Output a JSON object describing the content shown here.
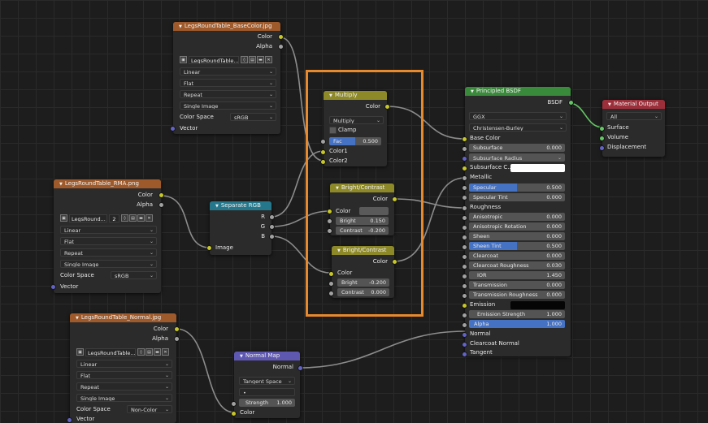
{
  "base_color_tex": {
    "title": "LegsRoundTable_BaseColor.jpg",
    "out_color": "Color",
    "out_alpha": "Alpha",
    "image_name": "LegsRoundTable...",
    "interpolation": "Linear",
    "projection": "Flat",
    "extension": "Repeat",
    "source": "Single Image",
    "color_space_label": "Color Space",
    "color_space": "sRGB",
    "in_vector": "Vector"
  },
  "rma_tex": {
    "title": "LegsRoundTable_RMA.png",
    "out_color": "Color",
    "out_alpha": "Alpha",
    "image_name": "LegsRound...",
    "user_count": "2",
    "interpolation": "Linear",
    "projection": "Flat",
    "extension": "Repeat",
    "source": "Single Image",
    "color_space_label": "Color Space",
    "color_space": "sRGB",
    "in_vector": "Vector"
  },
  "normal_tex": {
    "title": "LegsRoundTable_Normal.jpg",
    "out_color": "Color",
    "out_alpha": "Alpha",
    "image_name": "LegsRoundTable...",
    "interpolation": "Linear",
    "projection": "Flat",
    "extension": "Repeat",
    "source": "Single Image",
    "color_space_label": "Color Space",
    "color_space": "Non-Color",
    "in_vector": "Vector"
  },
  "separate_rgb": {
    "title": "Separate RGB",
    "out_r": "R",
    "out_g": "G",
    "out_b": "B",
    "in_image": "Image"
  },
  "multiply": {
    "title": "Multiply",
    "out_color": "Color",
    "mode": "Multiply",
    "clamp_label": "Clamp",
    "fac_label": "Fac",
    "fac_value": "0.500",
    "fac_fraction": 0.5,
    "in_color1": "Color1",
    "in_color2": "Color2"
  },
  "bright_contrast_1": {
    "title": "Bright/Contrast",
    "out_color": "Color",
    "in_color": "Color",
    "bright_label": "Bright",
    "bright_value": "0.150",
    "contrast_label": "Contrast",
    "contrast_value": "-0.200"
  },
  "bright_contrast_2": {
    "title": "Bright/Contrast",
    "out_color": "Color",
    "in_color": "Color",
    "bright_label": "Bright",
    "bright_value": "-0.200",
    "contrast_label": "Contrast",
    "contrast_value": "0.000"
  },
  "normal_map": {
    "title": "Normal Map",
    "out_normal": "Normal",
    "space": "Tangent Space",
    "uv_map": "",
    "strength_label": "Strength",
    "strength_value": "1.000",
    "in_color": "Color"
  },
  "bsdf": {
    "title": "Principled BSDF",
    "out_bsdf": "BSDF",
    "distribution": "GGX",
    "subsurface_method": "Christensen-Burley",
    "base_color": "Base Color",
    "subsurface_label": "Subsurface",
    "subsurface_value": "0.000",
    "subsurface_radius": "Subsurface Radius",
    "subsurface_color": "Subsurface C...",
    "metallic": "Metallic",
    "specular_label": "Specular",
    "specular_value": "0.500",
    "specular_fraction": 0.5,
    "specular_tint_label": "Specular Tint",
    "specular_tint_value": "0.000",
    "roughness": "Roughness",
    "anisotropic_label": "Anisotropic",
    "anisotropic_value": "0.000",
    "anisotropic_rotation_label": "Anisotropic Rotation",
    "anisotropic_rotation_value": "0.000",
    "sheen_label": "Sheen",
    "sheen_value": "0.000",
    "sheen_tint_label": "Sheen Tint",
    "sheen_tint_value": "0.500",
    "sheen_tint_fraction": 0.5,
    "clearcoat_label": "Clearcoat",
    "clearcoat_value": "0.000",
    "clearcoat_roughness_label": "Clearcoat Roughness",
    "clearcoat_roughness_value": "0.030",
    "ior_label": "IOR",
    "ior_value": "1.450",
    "transmission_label": "Transmission",
    "transmission_value": "0.000",
    "transmission_roughness_label": "Transmission Roughness",
    "transmission_roughness_value": "0.000",
    "emission": "Emission",
    "emission_strength_label": "Emission Strength",
    "emission_strength_value": "1.000",
    "alpha_label": "Alpha",
    "alpha_value": "1.000",
    "alpha_fraction": 1.0,
    "normal": "Normal",
    "clearcoat_normal": "Clearcoat Normal",
    "tangent": "Tangent"
  },
  "material_output": {
    "title": "Material Output",
    "target": "All",
    "in_surface": "Surface",
    "in_volume": "Volume",
    "in_displacement": "Displacement"
  },
  "colors": {
    "texture_header": "#9f5a2b",
    "converter_header": "#25788c",
    "color_header": "#8d8929",
    "shader_header": "#3a8a3b",
    "output_header": "#9c2f3a",
    "vector_header": "#5e58b1",
    "highlight_frame": "#e7892c",
    "slider_fill": "#4672c4",
    "wire": "#8c8c8c",
    "shader_wire": "#63c763"
  }
}
